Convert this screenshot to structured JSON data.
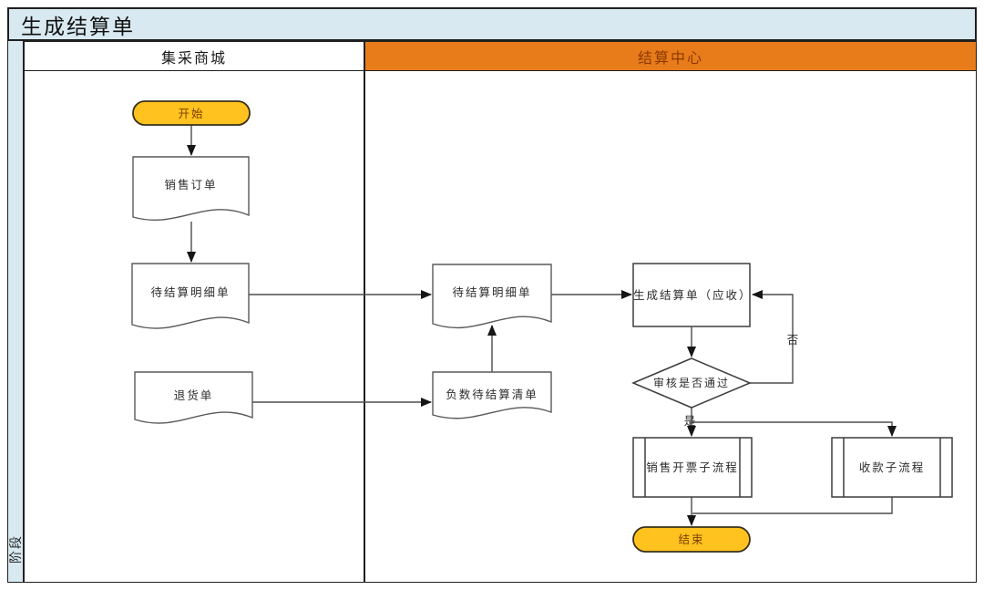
{
  "title": "生成结算单",
  "stage_label": "阶段",
  "lanes": [
    {
      "label": "集采商城"
    },
    {
      "label": "结算中心"
    }
  ],
  "nodes": {
    "start": "开始",
    "sales_order": "销售订单",
    "pending_settlement_detail_mall": "待结算明细单",
    "return_order": "退货单",
    "pending_settlement_detail_center": "待结算明细单",
    "negative_pending_settlement_list": "负数待结算清单",
    "generate_settlement_receivable": "生成结算单（应收）",
    "audit_decision": "审核是否通过",
    "sales_invoicing_subprocess": "销售开票子流程",
    "collection_subprocess": "收款子流程",
    "end": "结束"
  },
  "edge_labels": {
    "no": "否",
    "yes": "是"
  },
  "colors": {
    "title_bar_fill": "#D8E9F1",
    "lane2_header_fill": "#E87C1A",
    "lane2_header_text": "#8C3900",
    "terminal_fill": "#FFC21E",
    "connector_line": "#4d4d4d"
  }
}
